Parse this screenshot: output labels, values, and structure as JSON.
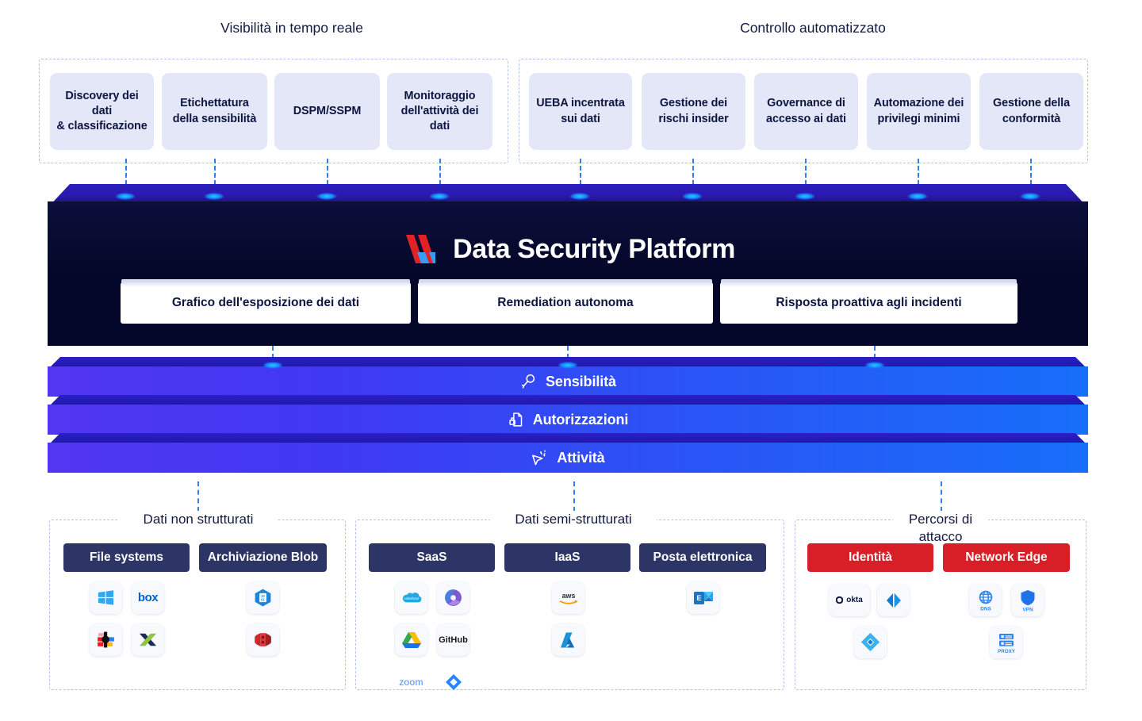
{
  "diagram": {
    "title": "Data Security Platform",
    "colors": {
      "accent_blue": "#2f7ef5",
      "slab_purple": "#5236f2",
      "slab_blue": "#176ef9",
      "platform_dark": "#05072a",
      "card_lavender": "#e3e7f8",
      "navy": "#2c3566",
      "red": "#d81e26",
      "dashed_border": "#b2c2ea",
      "text_navy": "#0d1541"
    }
  },
  "capability_groups": [
    {
      "title": "Visibilità in tempo reale",
      "cards": [
        "Discovery dei dati\n& classificazione",
        "Etichettatura\ndella sensibilità",
        "DSPM/SSPM",
        "Monitoraggio\ndell'attività dei dati"
      ]
    },
    {
      "title": "Controllo automatizzato",
      "cards": [
        "UEBA incentrata\nsui dati",
        "Gestione dei\nrischi insider",
        "Governance di\naccesso ai dati",
        "Automazione dei\nprivilegi minimi",
        "Gestione della\nconformità"
      ]
    }
  ],
  "platform": {
    "brand": "Data Security Platform",
    "logo_icon": "varonis-slashes-logo",
    "pills": [
      "Grafico dell'esposizione dei dati",
      "Remediation autonoma",
      "Risposta proattiva agli incidenti"
    ]
  },
  "layers": [
    {
      "label": "Sensibilità",
      "icon": "magnifier-key-icon"
    },
    {
      "label": "Autorizzazioni",
      "icon": "document-lock-icon"
    },
    {
      "label": "Attività",
      "icon": "cursor-sparkle-icon"
    }
  ],
  "sources": [
    {
      "title": "Dati non strutturati",
      "columns": [
        {
          "header": "File systems",
          "header_style": "navy",
          "icons": [
            "windows-icon",
            "box-icon",
            "nasuni-icon",
            "nutanix-x-icon"
          ]
        },
        {
          "header": "Archiviazione Blob",
          "header_style": "navy",
          "icons": [
            "azure-blob-storage-icon",
            "aws-s3-icon"
          ]
        }
      ]
    },
    {
      "title": "Dati semi-strutturati",
      "columns": [
        {
          "header": "SaaS",
          "header_style": "navy",
          "icons": [
            "salesforce-icon",
            "microsoft-365-icon",
            "google-drive-icon",
            "github-icon",
            "zoom-icon",
            "jira-icon"
          ]
        },
        {
          "header": "IaaS",
          "header_style": "navy",
          "icons": [
            "aws-icon",
            "azure-icon"
          ]
        },
        {
          "header": "Posta elettronica",
          "header_style": "navy",
          "icons": [
            "microsoft-exchange-icon"
          ]
        }
      ]
    },
    {
      "title": "Percorsi di attacco",
      "columns": [
        {
          "header": "Identità",
          "header_style": "red",
          "icons": [
            "okta-icon",
            "entra-id-icon",
            "active-directory-icon"
          ]
        },
        {
          "header": "Network Edge",
          "header_style": "red",
          "icons": [
            "dns-icon",
            "vpn-icon",
            "proxy-icon"
          ]
        }
      ]
    }
  ],
  "icon_labels": {
    "box": "box",
    "github": "GitHub",
    "zoom": "zoom",
    "aws": "aws",
    "okta": "okta",
    "dns": "DNS",
    "vpn": "VPN",
    "proxy": "PROXY"
  }
}
